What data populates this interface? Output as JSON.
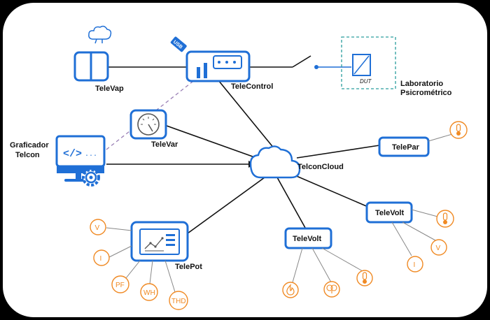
{
  "nodes": {
    "televap": "TeleVap",
    "telecontrol": "TeleControl",
    "usb": "USB",
    "dut": "DUT",
    "lab_line1": "Laboratorio",
    "lab_line2": "Psicrométrico",
    "televar": "TeleVar",
    "graf_line1": "Graficador",
    "graf_line2": "Telcon",
    "cloud": "TelconCloud",
    "telepar": "TelePar",
    "televolt_right": "TeleVolt",
    "televolt_center": "TeleVolt",
    "telepot": "TelePot"
  },
  "sensors": {
    "v": "V",
    "i": "I",
    "pf": "PF",
    "wh": "WH",
    "thd": "THD",
    "v_right": "V",
    "i_right": "I"
  },
  "colors": {
    "device": "#1f6fd6",
    "sensor": "#f08a24",
    "link": "#111111",
    "dashed_link": "#9a7fb5",
    "dut_box": "#2a9d9d"
  },
  "icons": [
    "steam-icon",
    "usb-icon",
    "gauge-icon",
    "code-monitor-icon",
    "gear-icon",
    "chart-monitor-icon",
    "cloud-icon",
    "thermometer-icon",
    "flame-icon",
    "brain-icon",
    "switch-icon"
  ]
}
